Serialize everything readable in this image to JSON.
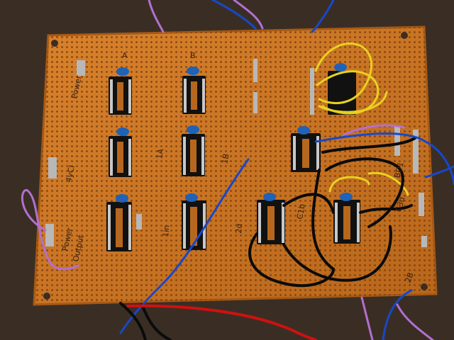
{
  "photo": {
    "subject": "perfboard",
    "colors": {
      "background": "#3a2e24",
      "board": "#c9711f",
      "board_edge": "#a85a14",
      "socket": "#111111",
      "capacitor": "#1f62b6",
      "header_pin": "#b8b8b8",
      "wire_yellow": "#e6d21f",
      "wire_black": "#0b0b0b",
      "wire_blue": "#1848c8",
      "wire_purple": "#b26fd0",
      "wire_red": "#d01010",
      "ink": "#3b2414"
    }
  },
  "pencil_notes": {
    "top_left_col": "A",
    "top_mid_col": "B",
    "label_1b": "1B",
    "label_1a": "1A",
    "label_1in": "1in",
    "label_2d": "2d",
    "label_c1b": "C1b",
    "label_c3d": "C3d",
    "label_bd1": "BD1",
    "label_2b": "2B",
    "label_power": "Power",
    "label_4ycl": "4yCl",
    "label_poweroff": "Power",
    "label_output": "Output"
  }
}
